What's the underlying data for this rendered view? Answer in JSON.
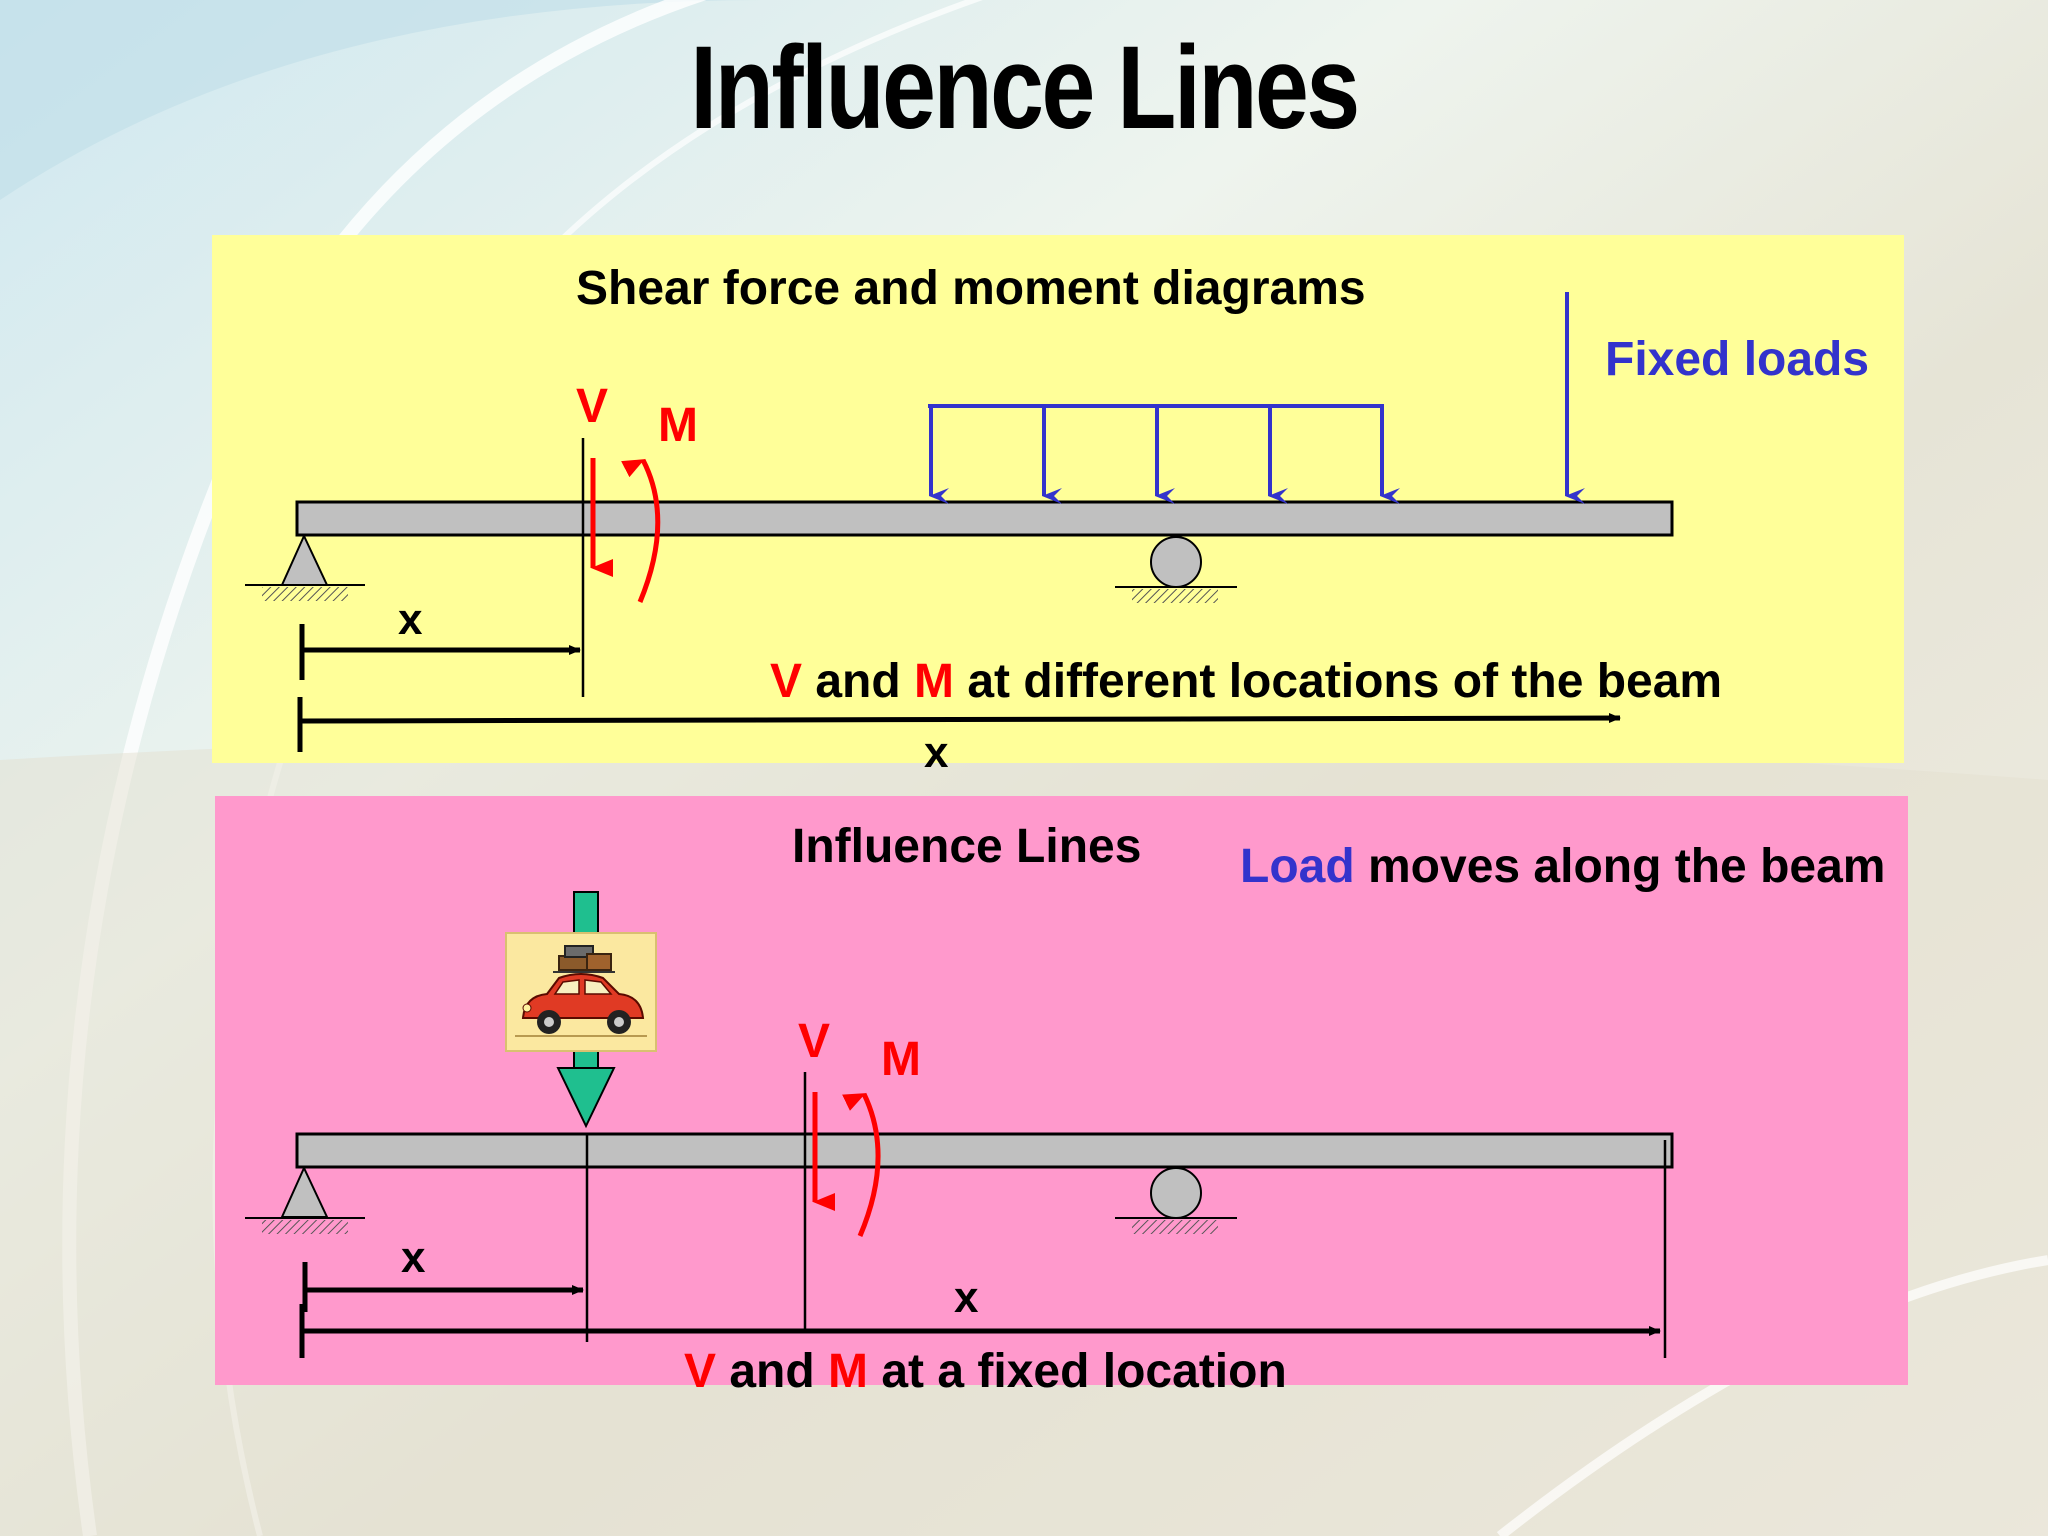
{
  "slide": {
    "title": "Influence Lines"
  },
  "top_panel": {
    "heading": "Shear force and moment diagrams",
    "fixed_loads_label": "Fixed loads",
    "v_label": "V",
    "m_label": "M",
    "x_short_label": "x",
    "x_long_label": "x",
    "caption": {
      "v": "V",
      "and": " and ",
      "m": "M",
      "rest": " at different locations of the beam"
    }
  },
  "bottom_panel": {
    "heading": "Influence Lines",
    "load_word": "Load",
    "load_rest": " moves along the beam",
    "v_label": "V",
    "m_label": "M",
    "x_short_label": "x",
    "x_long_label": "x",
    "caption": {
      "v": "V",
      "and": " and ",
      "m": "M",
      "rest": " at a fixed location"
    }
  },
  "colors": {
    "top_panel_bg": "#ffff99",
    "bottom_panel_bg": "#ff99cc",
    "load_arrows": "#3333cc",
    "shear_moment": "#ff0000",
    "moving_load_arrow": "#1fbf8f",
    "beam": "#c0c0c0"
  },
  "icons": {
    "moving_load_picture": "car-with-luggage-icon"
  }
}
